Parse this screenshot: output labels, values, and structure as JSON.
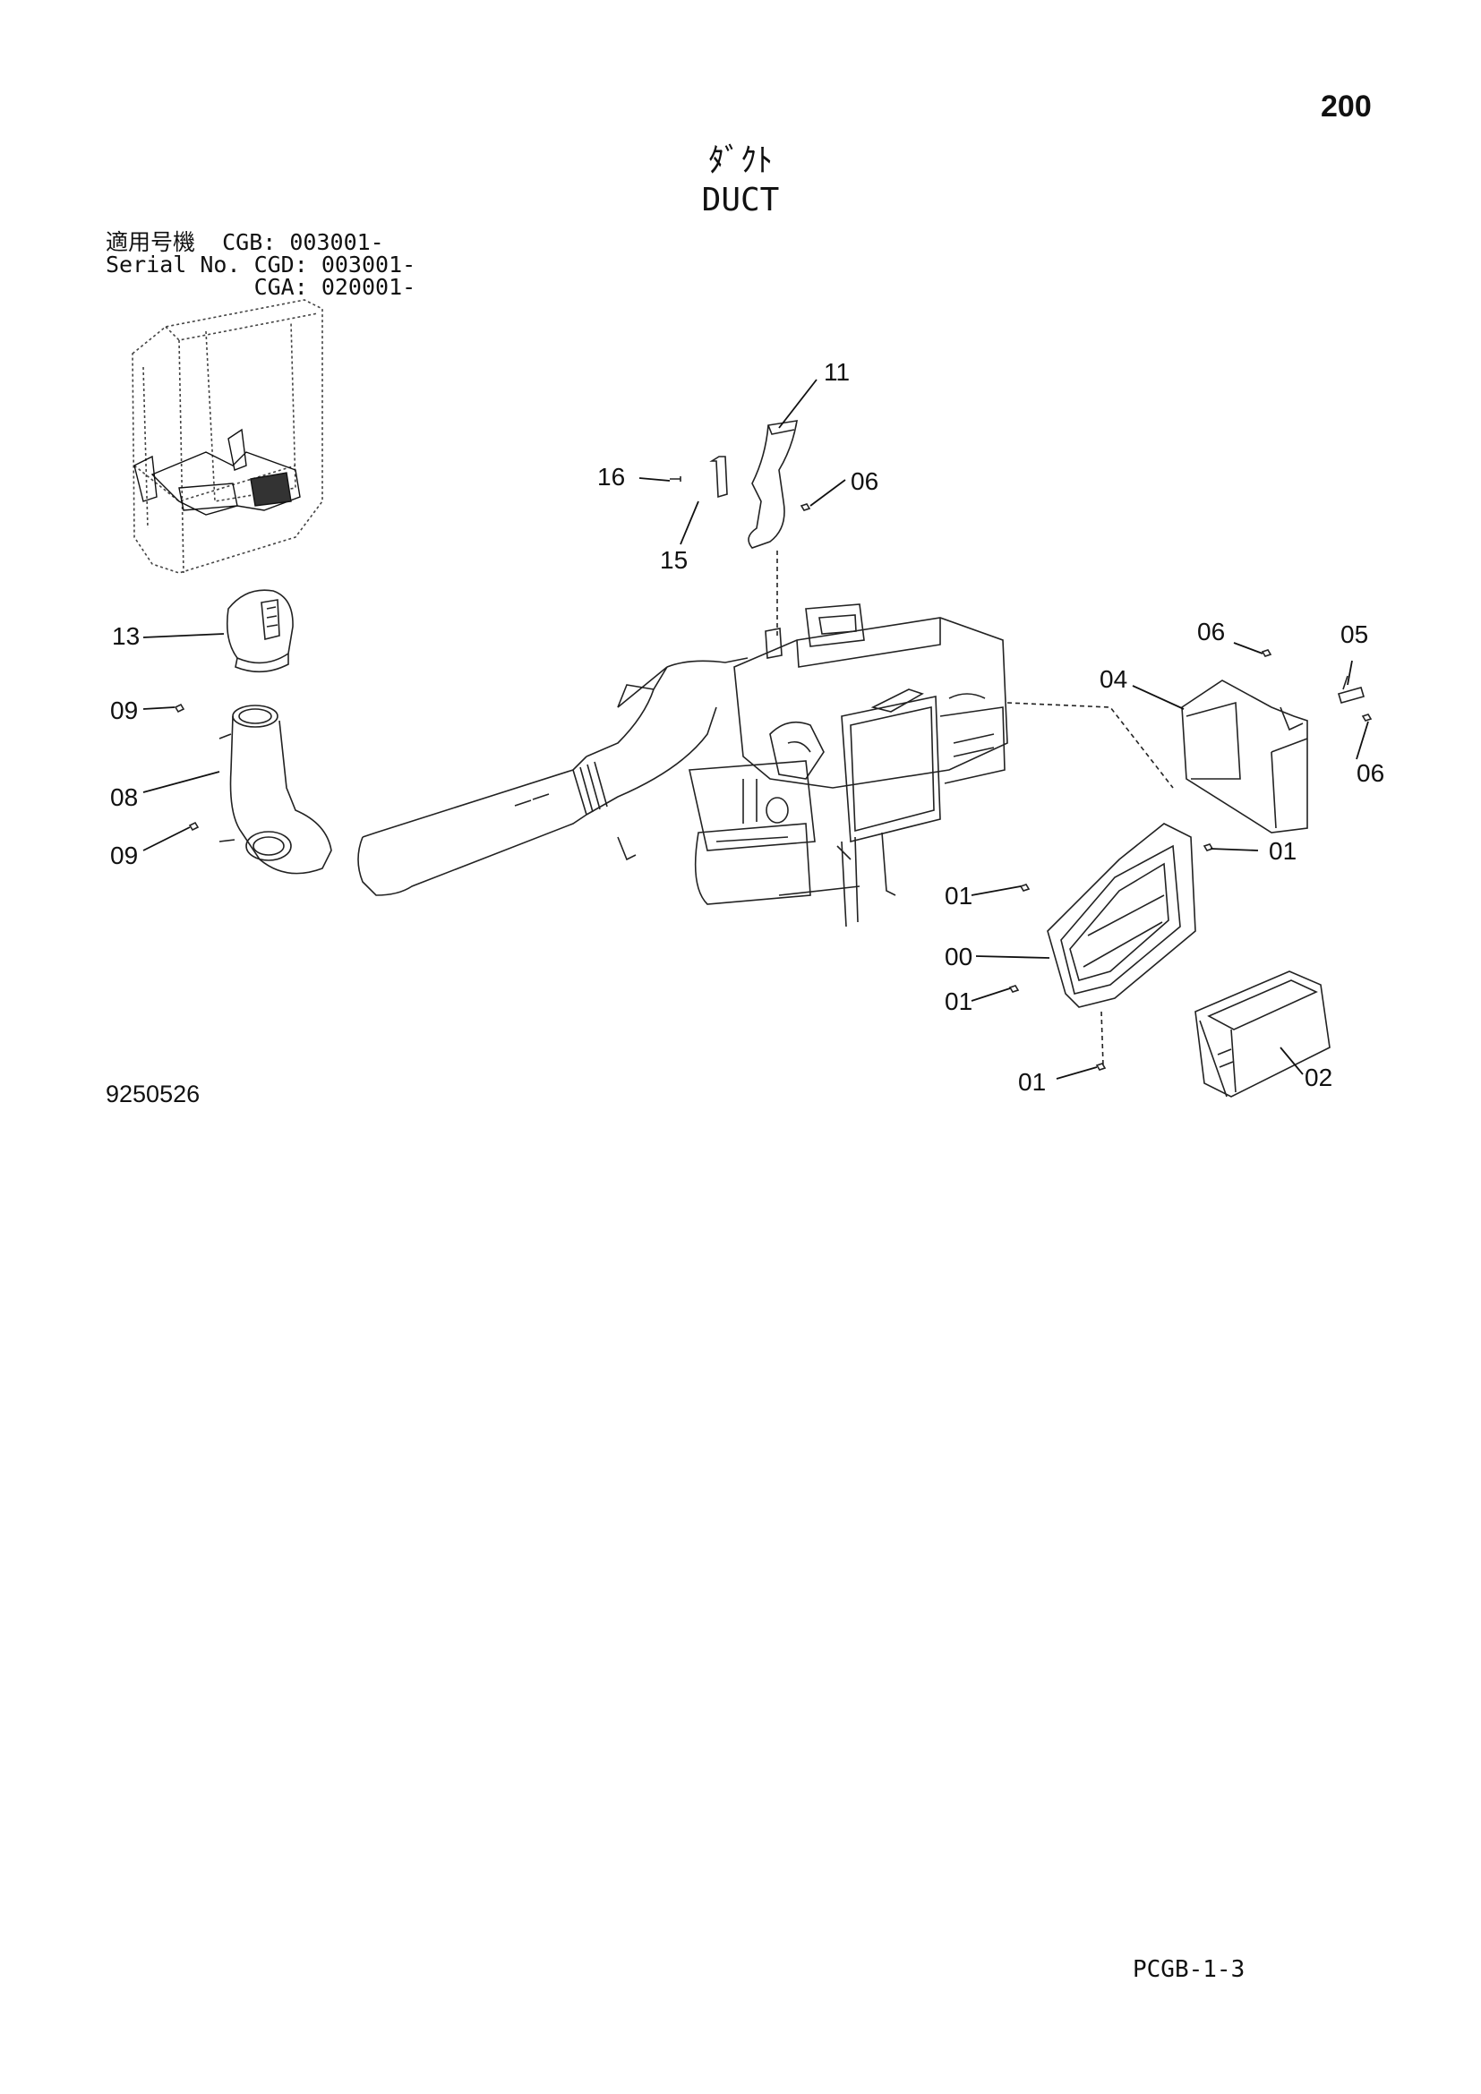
{
  "header": {
    "page_number": "200",
    "title_jp": "ﾀﾞｸﾄ",
    "title_en": "DUCT"
  },
  "serial_info": {
    "lines": [
      "適用号機  CGB: 003001-",
      "Serial No. CGD: 003001-",
      "           CGA: 020001-"
    ]
  },
  "callouts": [
    "11",
    "16",
    "06",
    "15",
    "13",
    "06",
    "05",
    "04",
    "09",
    "06",
    "08",
    "09",
    "01",
    "01",
    "00",
    "01",
    "01",
    "02"
  ],
  "footer": {
    "drawing_code": "9250526",
    "page_code": "PCGB-1-3"
  }
}
